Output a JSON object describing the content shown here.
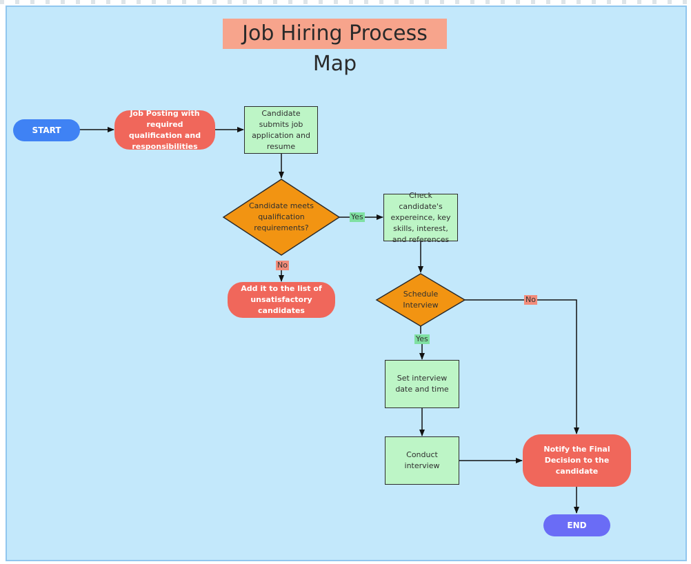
{
  "diagram": {
    "title": "Job Hiring Process Map",
    "nodes": {
      "start": "START",
      "job_posting": "Job Posting with required qualification and responsibilities",
      "submit_application": "Candidate submits job application and resume",
      "meets_requirements": "Candidate meets qualification requirements?",
      "unsatisfactory_list": "Add it to the list of unsatisfactory candidates",
      "check_candidate": "Check candidate's expereince, key skills, interest, and references",
      "schedule_interview": "Schedule Interview",
      "set_date_time": "Set interview date and time",
      "conduct_interview": "Conduct interview",
      "notify_decision": "Notify the Final Decision to the candidate",
      "end": "END"
    },
    "edge_labels": {
      "meets_yes": "Yes",
      "meets_no": "No",
      "schedule_yes": "Yes",
      "schedule_no": "No"
    },
    "colors": {
      "background": "#c3e8fb",
      "title_bg": "#f7a48c",
      "start_pill": "#3f82f4",
      "end_pill": "#6a6cf6",
      "terminal_red": "#f0675b",
      "process_green": "#bdf5c6",
      "decision_orange": "#f29412",
      "yes_label": "#7fe0a2",
      "no_label": "#f28c7a"
    }
  }
}
